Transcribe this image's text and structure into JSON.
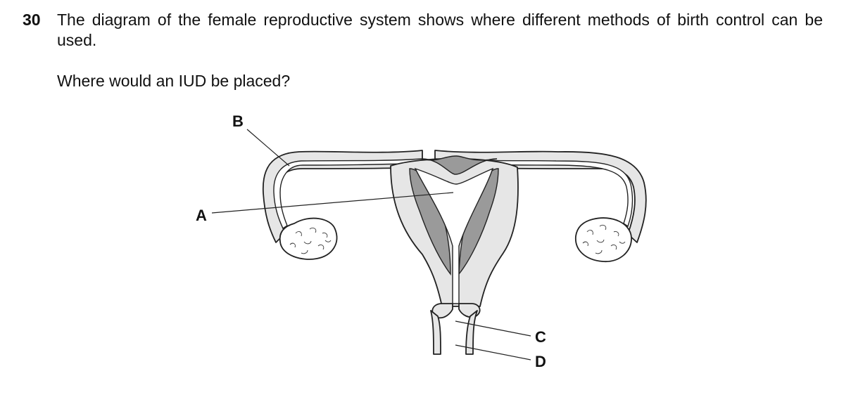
{
  "question": {
    "number": "30",
    "text": "The diagram of the female reproductive system shows where different methods of birth control can be used.",
    "prompt": "Where would an IUD be placed?"
  },
  "diagram": {
    "labels": {
      "a": "A",
      "b": "B",
      "c": "C",
      "d": "D"
    }
  },
  "colors": {
    "tissue": "#e6e6e6",
    "muscle": "#9a9a9a",
    "outline": "#222222"
  }
}
